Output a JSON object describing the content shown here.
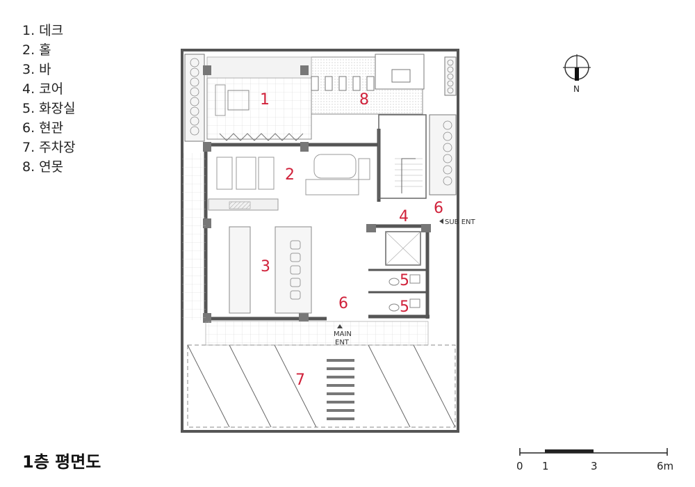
{
  "legend": [
    {
      "label": "1. 데크"
    },
    {
      "label": "2. 홀"
    },
    {
      "label": "3. 바"
    },
    {
      "label": "4. 코어"
    },
    {
      "label": "5. 화장실"
    },
    {
      "label": "6. 현관"
    },
    {
      "label": "7. 주차장"
    },
    {
      "label": "8. 연못"
    }
  ],
  "title": "1층 평면도",
  "rooms": {
    "deck": "1",
    "hall": "2",
    "bar": "3",
    "core": "4",
    "restroom_a": "5",
    "restroom_b": "5",
    "entrance_a": "6",
    "entrance_b": "6",
    "parking": "7",
    "pond": "8"
  },
  "entrances": {
    "main_line1": "MAIN",
    "main_line2": "ENT",
    "sub": "SUB ENT"
  },
  "north": "N",
  "scale": {
    "t0": "0",
    "t1": "1",
    "t3": "3",
    "t6": "6m"
  },
  "colors": {
    "room_label": "#d0213a",
    "wall": "#555555",
    "line": "#999999"
  }
}
